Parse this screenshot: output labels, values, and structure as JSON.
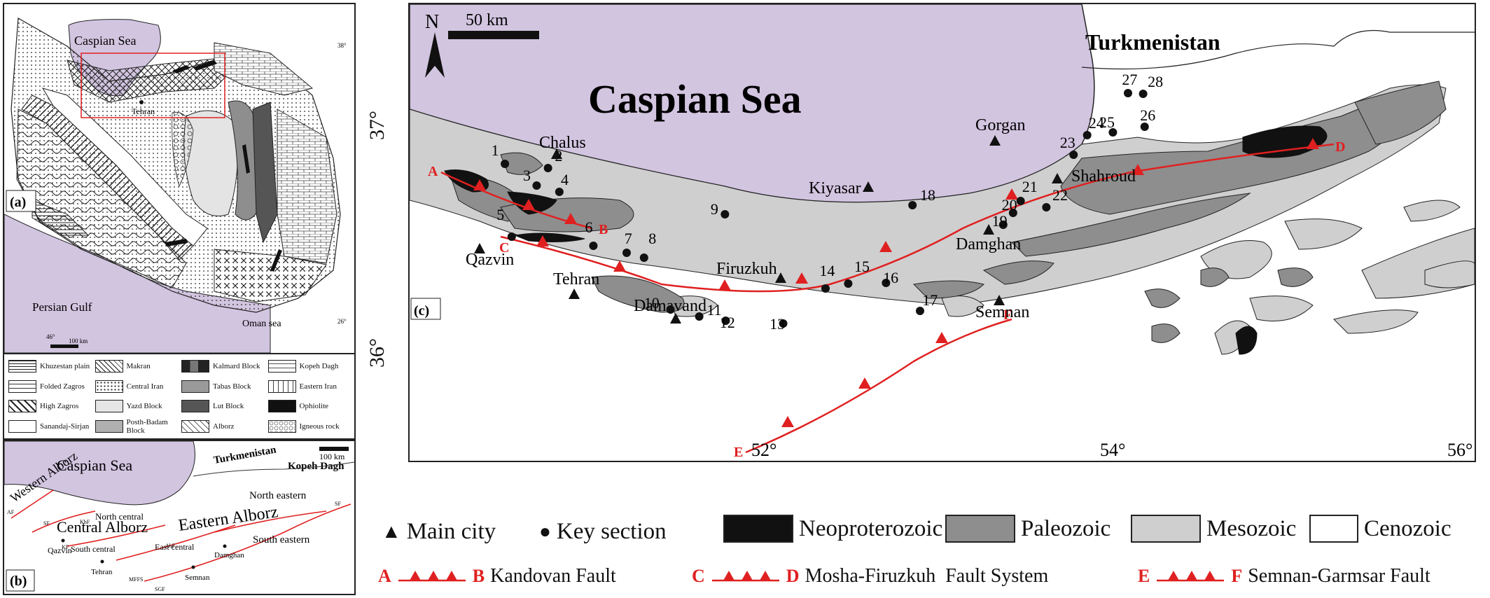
{
  "panel_a": {
    "label": "(a)",
    "caspian": "Caspian Sea",
    "city": "Tehran",
    "persian_gulf": "Persian Gulf",
    "oman_sea": "Oman sea",
    "lat_38": "38°",
    "lat_26": "26°",
    "lon_46": "46°",
    "scale": "100 km"
  },
  "legend_a": [
    {
      "label": "Khuzestan plain",
      "pattern": "hlines"
    },
    {
      "label": "Makran",
      "pattern": "crosses"
    },
    {
      "label": "Kalmard Block",
      "pattern": "darkblocks"
    },
    {
      "label": "Kopeh Dagh",
      "pattern": "bricks"
    },
    {
      "label": "Folded Zagros",
      "pattern": "waves"
    },
    {
      "label": "Central Iran",
      "pattern": "dots"
    },
    {
      "label": "Tabas Block",
      "pattern": "grey"
    },
    {
      "label": "Eastern Iran",
      "pattern": "corner"
    },
    {
      "label": "High Zagros",
      "pattern": "diag"
    },
    {
      "label": "Yazd Block",
      "pattern": "lightgrey"
    },
    {
      "label": "Lut Block",
      "pattern": "darkgrey"
    },
    {
      "label": "Ophiolite",
      "pattern": "black"
    },
    {
      "label": "Sanandaj-Sirjan",
      "pattern": "white"
    },
    {
      "label": "Posth-Badam Block",
      "pattern": "midgrey"
    },
    {
      "label": "Alborz",
      "pattern": "hatch"
    },
    {
      "label": "Igneous rock",
      "pattern": "circles"
    }
  ],
  "panel_b": {
    "label": "(b)",
    "caspian": "Caspian Sea",
    "turkmenistan": "Turkmenistan",
    "kopeh_dagh": "Kopeh Dagh",
    "scale": "100 km",
    "regions": [
      "Western Alborz",
      "Central Alborz",
      "Eastern Alborz"
    ],
    "subregions": [
      "North central",
      "South central",
      "East central",
      "North eastern",
      "South eastern"
    ],
    "cities": [
      "Qazvin",
      "Tehran",
      "Semnan",
      "Damghan"
    ],
    "faults": [
      "AF",
      "SF",
      "KhF",
      "KF",
      "AbF",
      "MFFS",
      "SGF",
      "SF"
    ]
  },
  "panel_c": {
    "label": "(c)",
    "north": "N",
    "scale": "50 km",
    "caspian": "Caspian Sea",
    "turkmenistan": "Turkmenistan",
    "lat_labels": [
      "37°",
      "36°"
    ],
    "lon_labels": [
      "52°",
      "54°",
      "56°"
    ],
    "cities": [
      "Chalus",
      "Gorgan",
      "Kiyasar",
      "Shahroud",
      "Damghan",
      "Qazvin",
      "Tehran",
      "Firuzkuh",
      "Semnan",
      "Damavand"
    ],
    "fault_letters": [
      "A",
      "B",
      "C",
      "D",
      "E",
      "F"
    ],
    "sections": [
      "1",
      "2",
      "3",
      "4",
      "5",
      "6",
      "7",
      "8",
      "9",
      "10",
      "11",
      "12",
      "13",
      "14",
      "15",
      "16",
      "17",
      "18",
      "19",
      "20",
      "21",
      "22",
      "23",
      "24",
      "25",
      "26",
      "27",
      "28"
    ]
  },
  "legend_c": {
    "main_city": "Main city",
    "key_section": "Key section",
    "neoproterozoic": "Neoproterozoic",
    "paleozoic": "Paleozoic",
    "mesozoic": "Mesozoic",
    "cenozoic": "Cenozoic",
    "fault_ab_letters": [
      "A",
      "B"
    ],
    "fault_ab": "Kandovan Fault",
    "fault_cd_letters": [
      "C",
      "D"
    ],
    "fault_cd": "Mosha-Firuzkuh  Fault System",
    "fault_ef_letters": [
      "E",
      "F"
    ],
    "fault_ef": "Semnan-Garmsar Fault"
  },
  "colors": {
    "sea": "#d2c5e0",
    "neoproterozoic": "#111111",
    "paleozoic": "#8e8e8e",
    "mesozoic": "#cfcfcf",
    "cenozoic": "#ffffff",
    "fault": "#e02020"
  }
}
